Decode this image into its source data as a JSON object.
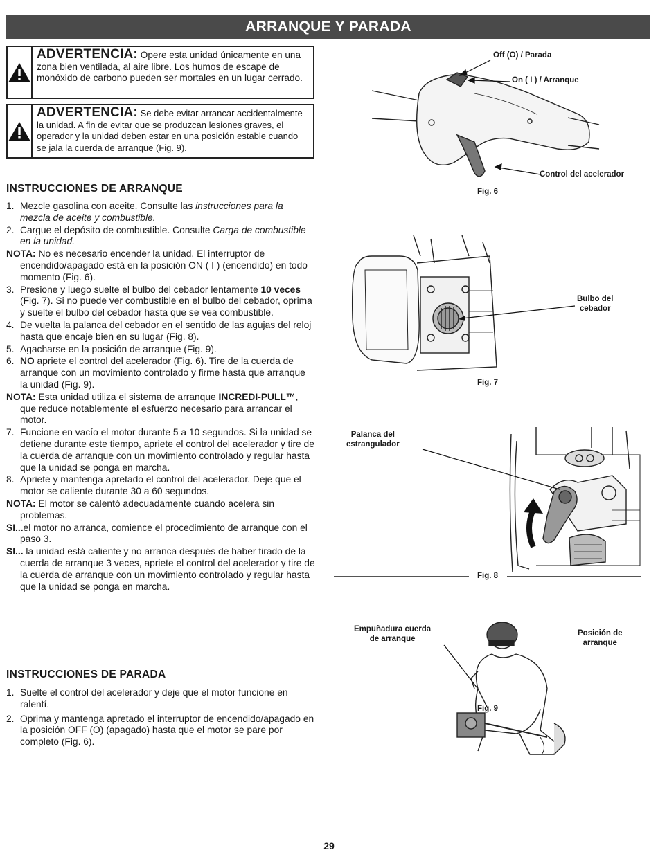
{
  "header": {
    "title": "ARRANQUE Y PARADA"
  },
  "warnings": [
    {
      "title": "ADVERTENCIA:",
      "text": "Opere esta unidad únicamente en una zona bien ventilada, al aire libre. Los humos de escape de monóxido de carbono pueden ser mortales en un lugar cerrado."
    },
    {
      "title": "ADVERTENCIA:",
      "text": "Se debe evitar arrancar accidentalmente la unidad. A fin de evitar que se produzcan lesiones graves, el operador y la unidad deben estar en una posición estable cuando se jala la cuerda de arranque (Fig. 9)."
    }
  ],
  "start": {
    "heading": "INSTRUCCIONES DE ARRANQUE",
    "s1": {
      "num": "1.",
      "text": "Mezcle gasolina con aceite. Consulte las ",
      "em": "instrucciones para la mezcla de aceite y combustible."
    },
    "s2": {
      "num": "2.",
      "text": "Cargue el depósito de combustible. Consulte ",
      "em": "Carga de combustible en la unidad."
    },
    "n1": {
      "label": "NOTA:",
      "text": " No es necesario encender la unidad. El interruptor de encendido/apagado está en la posición ON ( I ) (encendido) en todo momento (Fig. 6)."
    },
    "s3": {
      "num": "3.",
      "text": "Presione y luego suelte el bulbo del cebador lentamente ",
      "bold": "10 veces",
      "rest": " (Fig. 7). Si no puede ver combustible en el bulbo del cebador, oprima y suelte el bulbo del cebador hasta que se vea combustible."
    },
    "s4": {
      "num": "4.",
      "text": "De vuelta la palanca del cebador en el sentido de las agujas del reloj hasta que encaje bien en su lugar (Fig. 8)."
    },
    "s5": {
      "num": "5.",
      "text": "Agacharse en la posición de arranque (Fig. 9)."
    },
    "s6": {
      "num": "6.",
      "bold": "NO",
      "rest": " apriete el control del acelerador (Fig. 6). Tire de la cuerda de arranque con un movimiento controlado y firme hasta que arranque la unidad (Fig. 9)."
    },
    "n2": {
      "label": "NOTA:",
      "text": " Esta unidad utiliza el sistema de arranque ",
      "bold": "INCREDI-PULL™",
      "rest": ", que reduce notablemente el esfuerzo necesario para arrancar el motor."
    },
    "s7": {
      "num": "7.",
      "text": "Funcione en vacío el motor durante 5 a 10 segundos. Si la unidad se detiene durante este tiempo, apriete el control del acelerador y tire de la cuerda de arranque con un movimiento controlado y regular hasta que la unidad se ponga en marcha."
    },
    "s8": {
      "num": "8.",
      "text": "Apriete y mantenga apretado el control del acelerador. Deje que el motor se caliente durante 30 a 60 segundos."
    },
    "n3": {
      "label": "NOTA:",
      "text": " El motor se calentó adecuadamente cuando acelera sin problemas."
    },
    "si1": {
      "label": "SI...",
      "text": "el motor no arranca, comience el procedimiento de arranque con el paso 3."
    },
    "si2": {
      "label": "SI...",
      "text": " la unidad está caliente y no arranca después de haber tirado de la cuerda de arranque 3 veces, apriete el control del acelerador y tire de la cuerda de arranque con un movimiento controlado y regular hasta que la unidad se ponga en marcha."
    }
  },
  "stop": {
    "heading": "INSTRUCCIONES DE PARADA",
    "s1": {
      "num": "1.",
      "text": "Suelte el control del acelerador y deje que el motor funcione en ralentí."
    },
    "s2": {
      "num": "2.",
      "text": "Oprima y mantenga apretado el interruptor de encendido/apagado en la posición OFF (O) (apagado) hasta que el motor se pare por completo (Fig. 6)."
    }
  },
  "figures": {
    "fig6": {
      "caption": "Fig. 6",
      "off_label": "Off (O) / Parada",
      "on_label": "On ( I ) / Arranque",
      "throttle_label": "Control del acelerador"
    },
    "fig7": {
      "caption": "Fig. 7",
      "primer_label_1": "Bulbo del",
      "primer_label_2": "cebador"
    },
    "fig8": {
      "caption": "Fig. 8",
      "choke_label_1": "Palanca del",
      "choke_label_2": "estrangulador"
    },
    "fig9": {
      "caption": "Fig. 9",
      "handle_label_1": "Empuñadura cuerda",
      "handle_label_2": "de arranque",
      "position_label_1": "Posición de",
      "position_label_2": "arranque"
    }
  },
  "page": {
    "number": "29"
  }
}
